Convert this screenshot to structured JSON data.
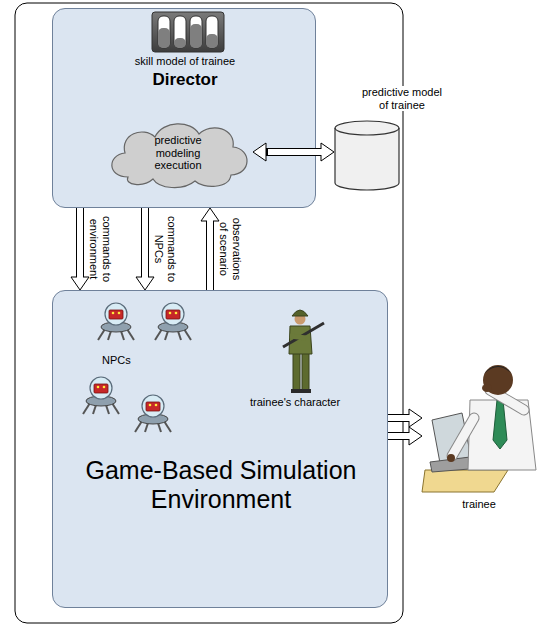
{
  "diagram": {
    "nodes": [
      {
        "text": [
          "skill model of trainee",
          "Director"
        ]
      },
      {
        "text": [
          "predictive modeling execution"
        ],
        "in": 0
      },
      {
        "text": [
          "predictive model of trainee"
        ]
      },
      {
        "text": [
          "Game-Based Simulation Environment"
        ]
      },
      {
        "text": [
          "trainee"
        ]
      }
    ],
    "edges": [
      {
        "from": 0,
        "to": 3,
        "label": "commands to environment",
        "arrow": "to"
      },
      {
        "from": 0,
        "to": 3,
        "label": "commands to NPCs",
        "arrow": "to"
      },
      {
        "from": 3,
        "to": 0,
        "label": "observations of scenario",
        "arrow": "to"
      },
      {
        "from": 1,
        "to": 2,
        "arrow": "both"
      },
      {
        "from": 3,
        "to": 4,
        "arrow": "to"
      },
      {
        "from": 3,
        "to": 4,
        "arrow": "to"
      }
    ],
    "labels": [
      "NPCs",
      "trainee's character"
    ]
  }
}
